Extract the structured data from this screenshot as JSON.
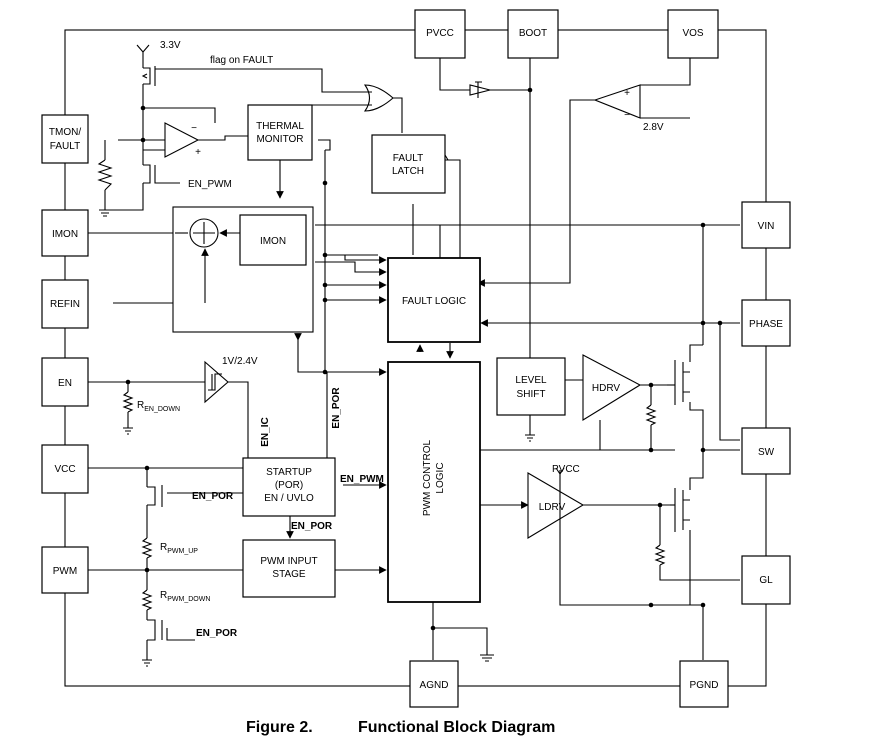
{
  "pins": {
    "pvcc": "PVCC",
    "boot": "BOOT",
    "vos": "VOS",
    "tmon_fault_1": "TMON/",
    "tmon_fault_2": "FAULT",
    "imon": "IMON",
    "refin": "REFIN",
    "en": "EN",
    "vcc": "VCC",
    "pwm": "PWM",
    "vin": "VIN",
    "phase": "PHASE",
    "sw": "SW",
    "gl": "GL",
    "agnd": "AGND",
    "pgnd": "PGND"
  },
  "blocks": {
    "thermal_1": "THERMAL",
    "thermal_2": "MONITOR",
    "fault_latch_1": "FAULT",
    "fault_latch_2": "LATCH",
    "imon_block": "IMON",
    "fault_logic": "FAULT LOGIC",
    "pwm_control_1": "PWM CONTROL",
    "pwm_control_2": "LOGIC",
    "level_shift_1": "LEVEL",
    "level_shift_2": "SHIFT",
    "hdrv": "HDRV",
    "ldrv": "LDRV",
    "startup_1": "STARTUP",
    "startup_2": "(POR)",
    "startup_3": "EN / UVLO",
    "pwm_input_1": "PWM INPUT",
    "pwm_input_2": "STAGE"
  },
  "labels": {
    "v33": "3.3V",
    "flag_fault": "flag on FAULT",
    "en_pwm_gate": "EN_PWM",
    "v28": "2.8V",
    "thresh": "1V/2.4V",
    "r_en_down": "R",
    "r_en_down_sub": "EN_DOWN",
    "en_ic": "EN_IC",
    "en_por_vert": "EN_POR",
    "en_pwm_bus": "EN_PWM",
    "en_por_left": "EN_POR",
    "en_por_below": "EN_POR",
    "r_pwm_up": "R",
    "r_pwm_up_sub": "PWM_UP",
    "r_pwm_down": "R",
    "r_pwm_down_sub": "PWM_DOWN",
    "en_por_bottom": "EN_POR",
    "pvcc_ldrv": "PVCC",
    "plus": "+",
    "minus": "−"
  },
  "caption": {
    "figure": "Figure 2.",
    "title": "Functional Block Diagram"
  }
}
